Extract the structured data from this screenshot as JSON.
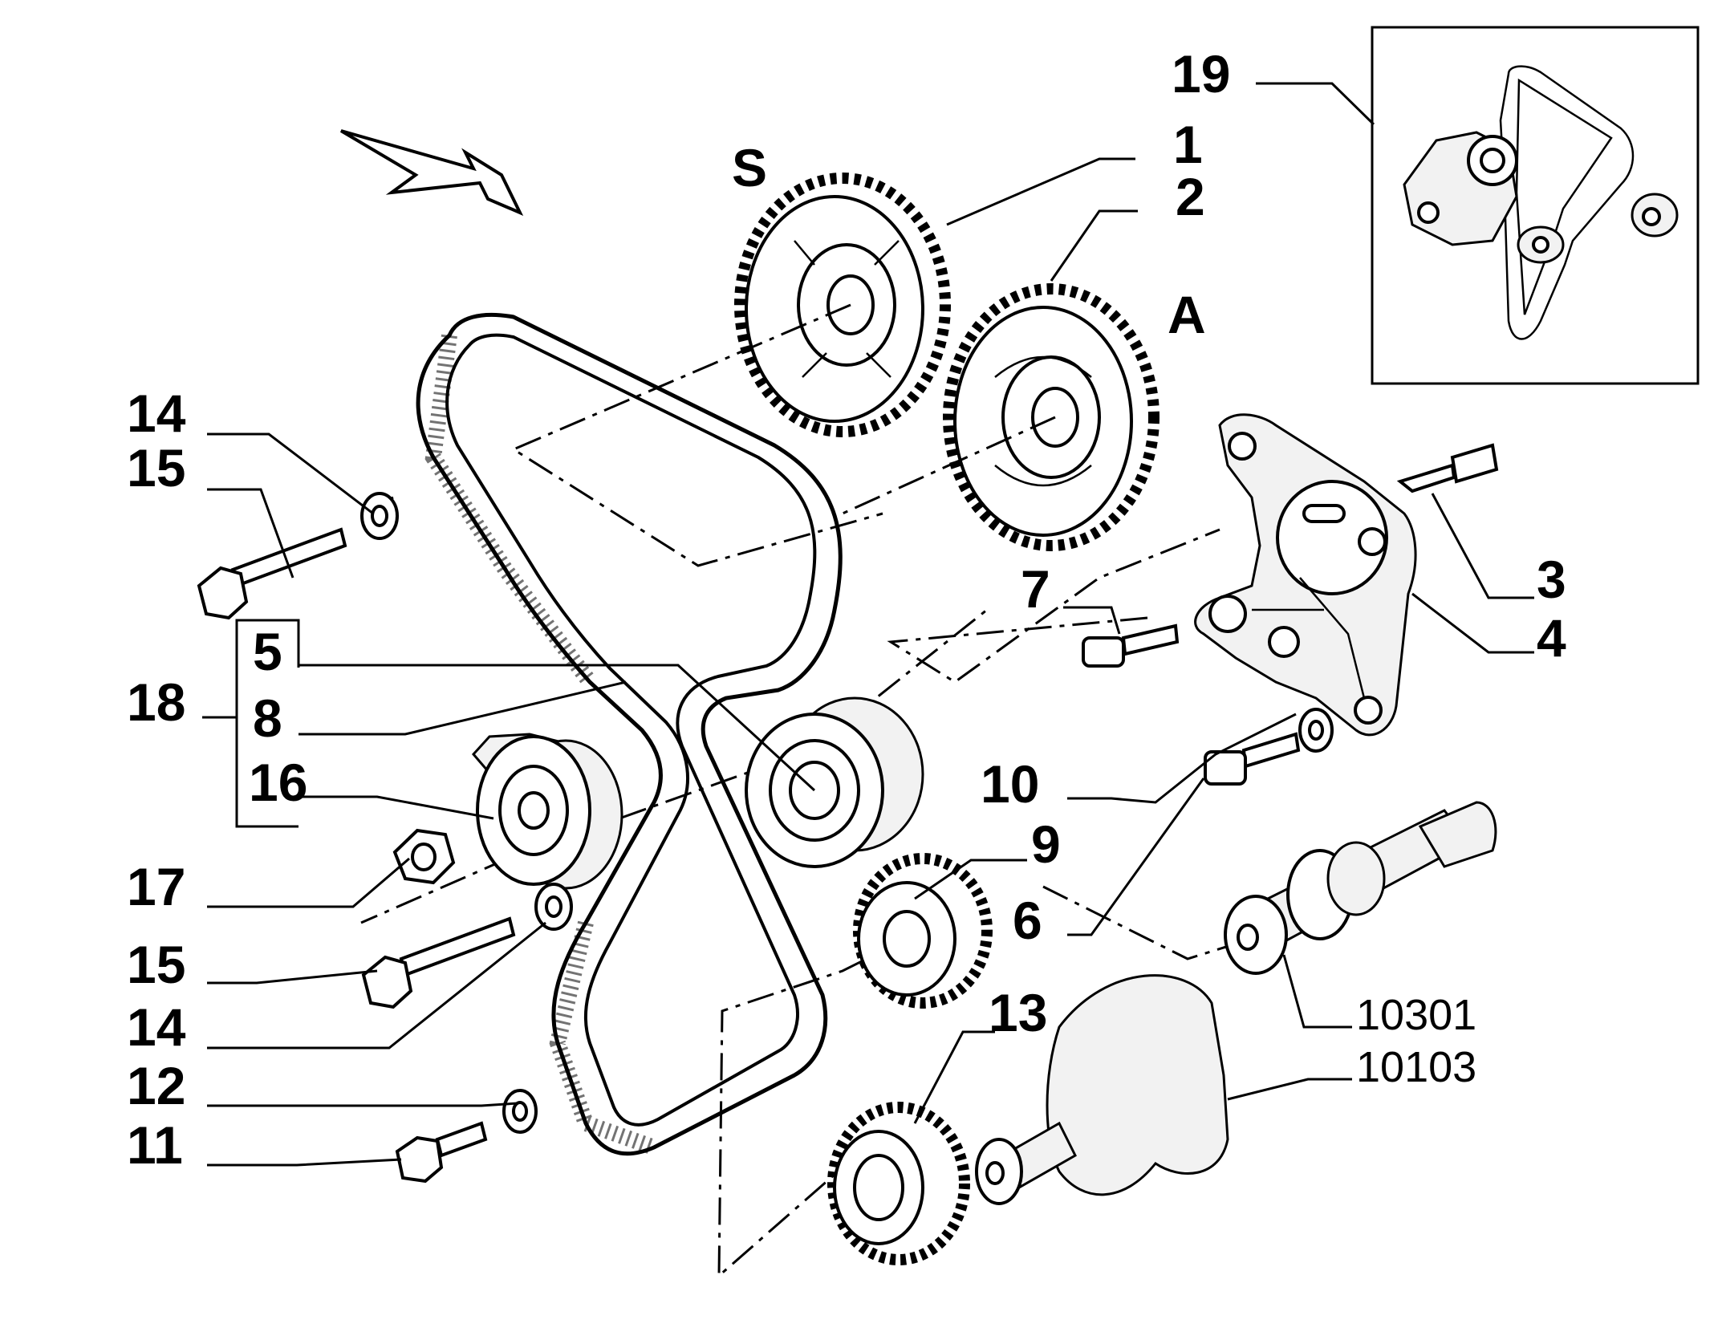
{
  "labels": {
    "l19": "19",
    "l1": "1",
    "l2": "2",
    "lS": "S",
    "lA": "A",
    "l14a": "14",
    "l15a": "15",
    "l3": "3",
    "l7": "7",
    "l4": "4",
    "l5": "5",
    "l18": "18",
    "l8": "8",
    "l16": "16",
    "l10": "10",
    "l9": "9",
    "l17": "17",
    "l6": "6",
    "l15b": "15",
    "l14b": "14",
    "l13": "13",
    "l12": "12",
    "l11": "11",
    "l10301": "10301",
    "l10103": "10103"
  }
}
